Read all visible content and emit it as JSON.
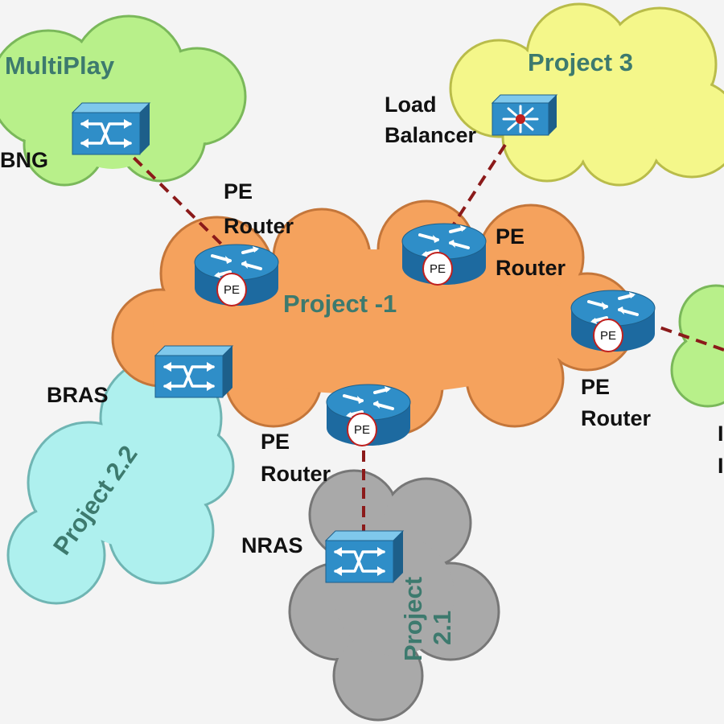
{
  "colors": {
    "background": "#f4f4f4",
    "cloud_multiplay": "#b8f08a",
    "cloud_project3": "#f4f78a",
    "cloud_project1": "#f5a25d",
    "cloud_project22": "#aef0ee",
    "cloud_project21": "#a9a9a9",
    "cloud_right": "#b8f08a",
    "cloud_title": "#3d7a6e",
    "link": "#8b1a1a",
    "device_face": "#2f8ec8"
  },
  "clouds": {
    "multiplay": {
      "title": "MultiPlay"
    },
    "project3": {
      "title": "Project 3"
    },
    "project1": {
      "title": "Project -1"
    },
    "project22": {
      "title": "Project 2.2"
    },
    "project21": {
      "title_line1": "Project",
      "title_line2": "2.1"
    }
  },
  "labels": {
    "bng": "BNG",
    "load_balancer_line1": "Load",
    "load_balancer_line2": "Balancer",
    "pe_line1": "PE",
    "pe_line2": "Router",
    "bras": "BRAS",
    "nras": "NRAS",
    "right_edge_line1": "I",
    "right_edge_line2": "I"
  },
  "pe_badge": "PE",
  "devices": {
    "bng": "switch-icon",
    "load_balancer": "load-balancer-icon",
    "pe_routers": "router-icon",
    "bras": "switch-icon",
    "nras": "switch-icon"
  }
}
